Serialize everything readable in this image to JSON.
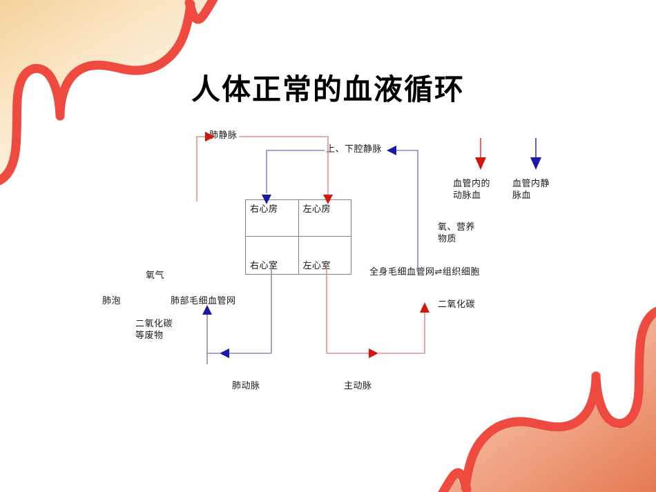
{
  "slide": {
    "title": "人体正常的血液循环",
    "background": "#ffffff"
  },
  "colors": {
    "artery_red": "#e8403c",
    "vein_blue": "#3a35c8",
    "line_red": "#e58f8a",
    "line_blue": "#8a87c8",
    "deco_stroke": "#ef4a3f",
    "deco_fill_top": "#f6dcb0",
    "deco_fill_bottom": "#e8764a",
    "table_border": "#808080",
    "text": "#1a1a1a"
  },
  "heart": {
    "cells": [
      {
        "label": "右心房",
        "name": "right-atrium"
      },
      {
        "label": "左心房",
        "name": "left-atrium"
      },
      {
        "label": "右心室",
        "name": "right-ventricle"
      },
      {
        "label": "左心室",
        "name": "left-ventricle"
      }
    ]
  },
  "labels": {
    "pulmonary_vein": "肺静脉",
    "vena_cava": "上、下腔静脉",
    "oxygen": "氧气",
    "alveolus": "肺泡",
    "lung_capillary_net": "肺部毛细血管网",
    "co2_waste": "二氧化碳\n等废物",
    "pulmonary_artery": "肺动脉",
    "aorta": "主动脉",
    "body_capillary_net": "全身毛细血管网⇌组织细胞",
    "co2_right": "二氧化碳",
    "oxygen_nutrients": "氧、营养\n物质"
  },
  "legend": {
    "arterial": {
      "label": "血管内的\n动脉血",
      "color": "#e8403c",
      "arrow": "down-arrow-icon"
    },
    "venous": {
      "label": "血管内静\n脉血",
      "color": "#3a35c8",
      "arrow": "down-arrow-icon"
    }
  },
  "flow_arrows": [
    {
      "name": "pulmonary-vein-arrow",
      "color": "#e8403c",
      "direction": "right"
    },
    {
      "name": "vena-cava-arrow",
      "color": "#3a35c8",
      "direction": "left"
    },
    {
      "name": "right-atrium-inflow-arrow",
      "color": "#3a35c8",
      "direction": "down"
    },
    {
      "name": "left-atrium-inflow-arrow",
      "color": "#e8403c",
      "direction": "down"
    },
    {
      "name": "pulmonary-artery-arrow",
      "color": "#3a35c8",
      "direction": "left"
    },
    {
      "name": "aorta-arrow",
      "color": "#e8403c",
      "direction": "right"
    },
    {
      "name": "lung-capillary-arrow",
      "color": "#3a35c8",
      "direction": "up"
    },
    {
      "name": "body-capillary-return-arrow",
      "color": "#e8403c",
      "direction": "up"
    }
  ]
}
